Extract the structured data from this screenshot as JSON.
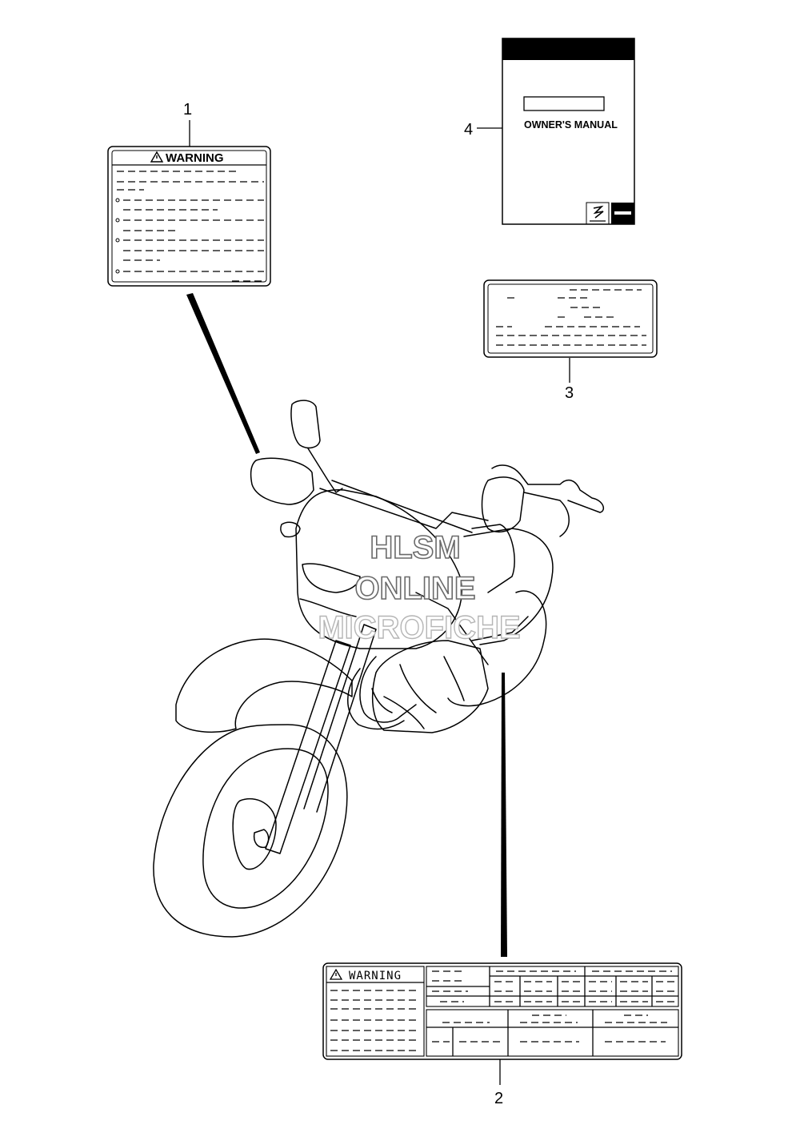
{
  "callouts": {
    "c1": "1",
    "c2": "2",
    "c3": "3",
    "c4": "4"
  },
  "label1": {
    "heading": "WARNING"
  },
  "label2": {
    "heading": "WARNING"
  },
  "manual": {
    "title": "OWNER'S MANUAL"
  },
  "watermark": {
    "line1": "HLSM",
    "line2": "ONLINE",
    "line3": "MICROFICHE"
  },
  "icons": [
    "warning-triangle-icon",
    "suzuki-logo-icon"
  ]
}
